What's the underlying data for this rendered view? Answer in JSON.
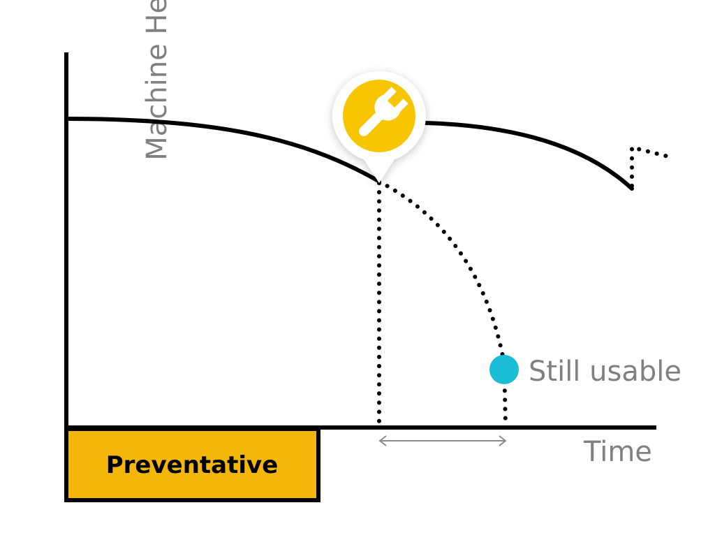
{
  "diagram": {
    "y_axis_label": "Machine Health",
    "x_axis_label": "Time",
    "strategy_label": "Preventative",
    "annotation_label": "Still usable",
    "icon": "wrench-icon"
  },
  "colors": {
    "line": "#000000",
    "axis_text": "#808080",
    "badge_fill": "#F3B70B",
    "badge_stroke": "#000000",
    "wrench_circle": "#F7C600",
    "marker": "#1BBCD6",
    "gap_arrow": "#8a8a8a"
  }
}
